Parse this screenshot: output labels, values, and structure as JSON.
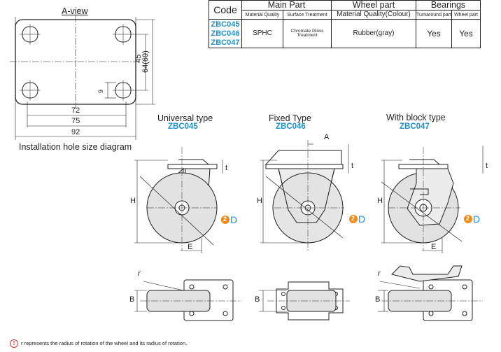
{
  "a_view": {
    "title": "A-view",
    "dim_72": "72",
    "dim_75": "75",
    "dim_92": "92",
    "dim_45": "45",
    "dim_64": "64(69)",
    "dim_9": "9",
    "caption": "Installation hole size diagram"
  },
  "table": {
    "headers": {
      "code": "Code",
      "main_part": "Main Part",
      "wheel_part": "Wheel part",
      "bearings": "Bearings"
    },
    "subheaders": {
      "material_quality": "Material Quality",
      "surface_treatment": "Surface Treatment",
      "wheel_material": "Material Quality(Colour)",
      "turnaround_part": "Turnaround part",
      "wheel_part_bearing": "Wheel part"
    },
    "codes": [
      "ZBC045",
      "ZBC046",
      "ZBC047"
    ],
    "row": {
      "material": "SPHC",
      "surface": "Chromate Gloss Treatment",
      "wheel_material": "Rubber(gray)",
      "turnaround": "Yes",
      "wheel_bearing": "Yes"
    }
  },
  "views": [
    {
      "type": "Universal type",
      "code": "ZBC045"
    },
    {
      "type": "Fixed Type",
      "code": "ZBC046"
    },
    {
      "type": "With block type",
      "code": "ZBC047"
    }
  ],
  "labels": {
    "h": "H",
    "e": "E",
    "d": "D",
    "d_prefix": "2",
    "t": "t",
    "a": "A",
    "b": "B",
    "r": "r"
  },
  "colors": {
    "accent": "#1f8fc9",
    "badge": "#f08a1c",
    "warning": "#d6322b"
  },
  "note": {
    "icon": "warning-circle-icon",
    "text": "r represents the radius of rotation of the wheel and its radius of rotation."
  }
}
